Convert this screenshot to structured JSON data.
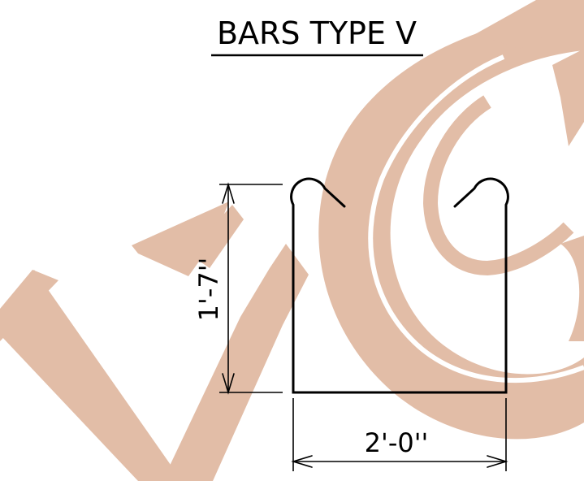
{
  "title": "BARS TYPE V",
  "dimensions": {
    "height_label": "1'-7''",
    "width_label": "2'-0''"
  },
  "colors": {
    "watermark": "#e2bda7",
    "line": "#000000",
    "background": "#ffffff"
  },
  "watermark": {
    "kind": "logo",
    "letters": "VC"
  }
}
